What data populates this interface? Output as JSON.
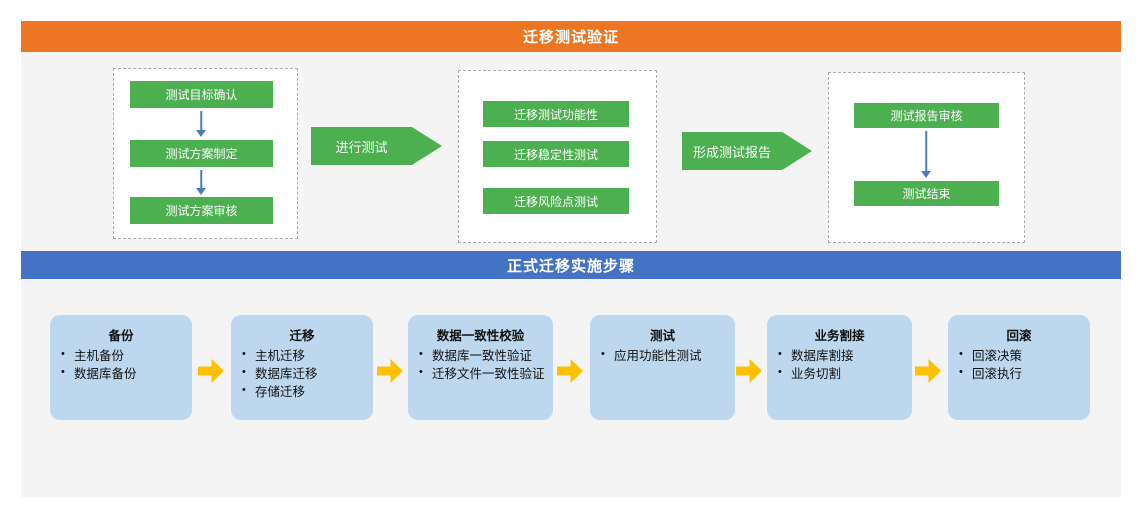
{
  "colors": {
    "top_header_bg": "#ED7623",
    "bottom_header_bg": "#4472C4",
    "step_green": "#4CAF50",
    "stage_blue": "#BDD7EE",
    "flow_arrow_yellow": "#FFC000",
    "connector_blue": "#4A7EBB",
    "canvas_gray": "#F4F4F5"
  },
  "top_section": {
    "header": "迁移测试验证",
    "group1": {
      "steps": [
        "测试目标确认",
        "测试方案制定",
        "测试方案审核"
      ]
    },
    "arrow1_label": "进行测试",
    "group2": {
      "steps": [
        "迁移测试功能性",
        "迁移稳定性测试",
        "迁移风险点测试"
      ]
    },
    "arrow2_label": "形成测试报告",
    "group3": {
      "steps": [
        "测试报告审核",
        "测试结束"
      ]
    }
  },
  "bottom_section": {
    "header": "正式迁移实施步骤",
    "stages": [
      {
        "title": "备份",
        "items": [
          "主机备份",
          "数据库备份"
        ]
      },
      {
        "title": "迁移",
        "items": [
          "主机迁移",
          "数据库迁移",
          "存储迁移"
        ]
      },
      {
        "title": "数据一致性校验",
        "items": [
          "数据库一致性验证",
          "迁移文件一致性验证"
        ]
      },
      {
        "title": "测试",
        "items": [
          "应用功能性测试"
        ]
      },
      {
        "title": "业务割接",
        "items": [
          "数据库割接",
          "业务切割"
        ]
      },
      {
        "title": "回滚",
        "items": [
          "回滚决策",
          "回滚执行"
        ]
      }
    ]
  }
}
